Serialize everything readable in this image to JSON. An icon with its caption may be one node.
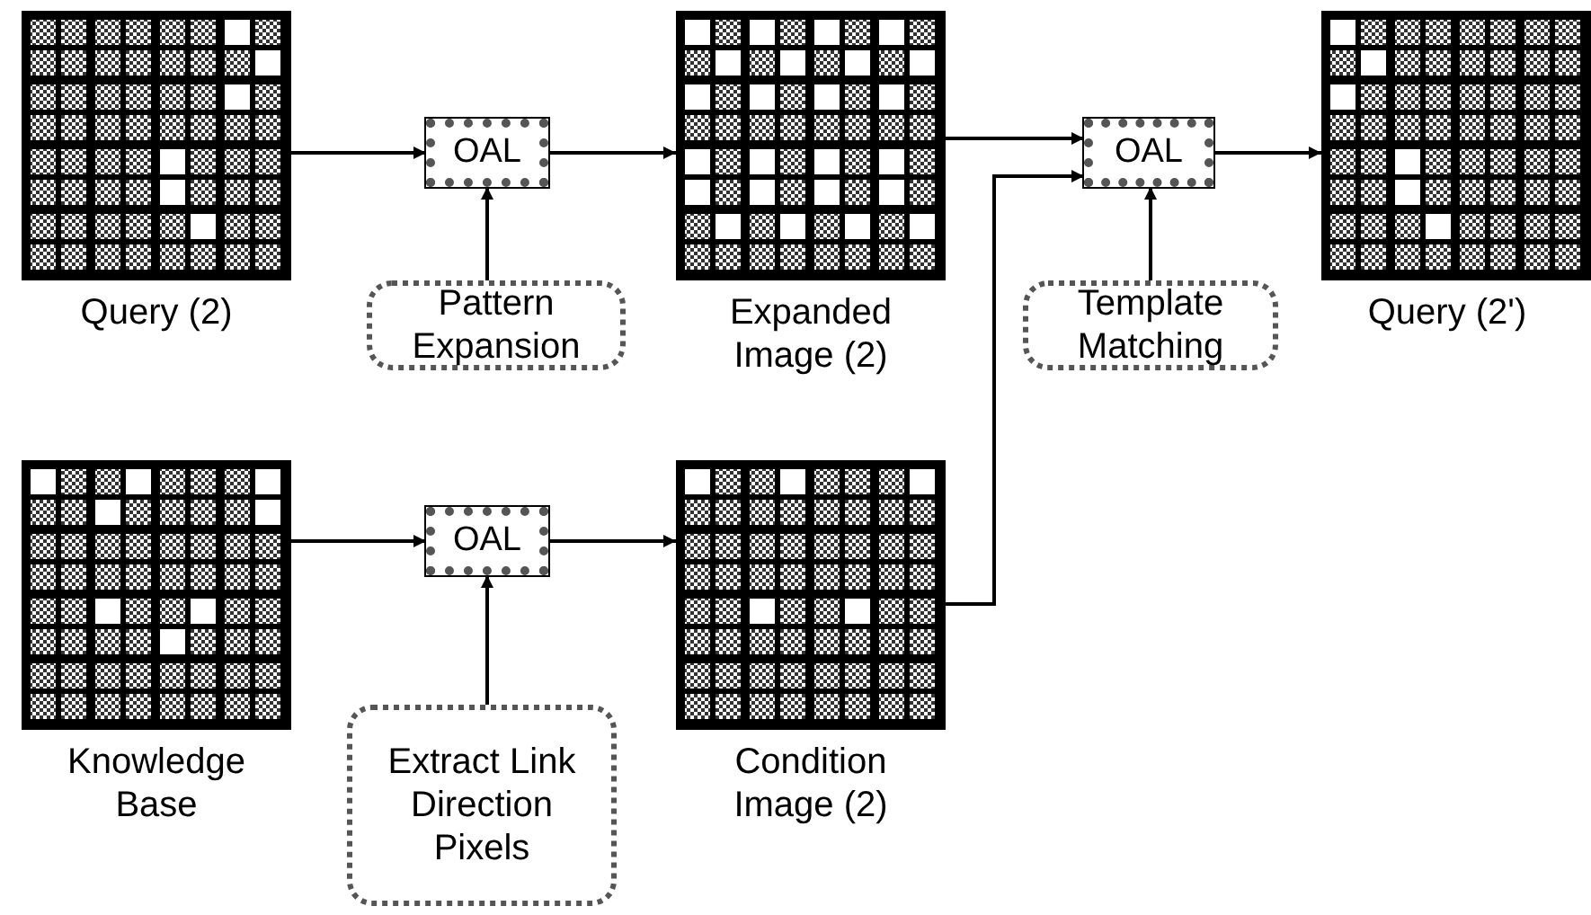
{
  "diagram": {
    "nodes": [
      {
        "text": [
          "Query (2)"
        ]
      },
      {
        "text": [
          "OAL"
        ]
      },
      {
        "text": [
          "Pattern Expansion"
        ]
      },
      {
        "text": [
          "Expanded Image (2)"
        ]
      },
      {
        "text": [
          "OAL"
        ]
      },
      {
        "text": [
          "Template Matching"
        ]
      },
      {
        "text": [
          "Query (2')"
        ]
      },
      {
        "text": [
          "Knowledge Base"
        ]
      },
      {
        "text": [
          "OAL"
        ]
      },
      {
        "text": [
          "Extract Link Direction Pixels"
        ]
      },
      {
        "text": [
          "Condition Image (2)"
        ]
      }
    ],
    "edges": [
      {
        "from": 0,
        "to": 1,
        "arrow": "to"
      },
      {
        "from": 1,
        "to": 3,
        "arrow": "to"
      },
      {
        "from": 2,
        "to": 1,
        "arrow": "to"
      },
      {
        "from": 3,
        "to": 4,
        "arrow": "to"
      },
      {
        "from": 10,
        "to": 4,
        "arrow": "to"
      },
      {
        "from": 5,
        "to": 4,
        "arrow": "to"
      },
      {
        "from": 4,
        "to": 6,
        "arrow": "to"
      },
      {
        "from": 7,
        "to": 8,
        "arrow": "to"
      },
      {
        "from": 9,
        "to": 8,
        "arrow": "to"
      },
      {
        "from": 8,
        "to": 10,
        "arrow": "to"
      }
    ]
  }
}
